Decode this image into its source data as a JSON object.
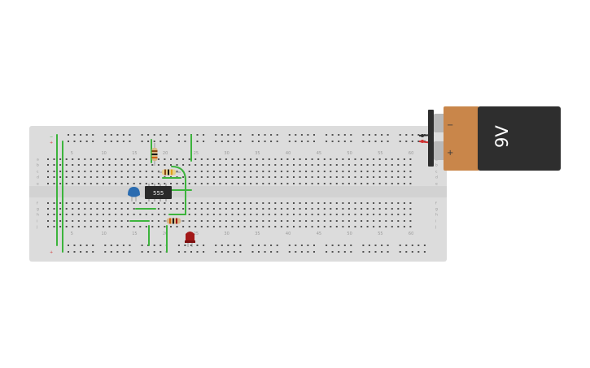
{
  "breadboard": {
    "column_numbers": [
      "5",
      "10",
      "15",
      "20",
      "25",
      "30",
      "35",
      "40",
      "45",
      "50",
      "55",
      "60"
    ],
    "row_labels_top": [
      "a",
      "b",
      "c",
      "d",
      "e"
    ],
    "row_labels_bottom": [
      "f",
      "g",
      "h",
      "i",
      "j"
    ],
    "rail_minus": "−",
    "rail_plus": "+"
  },
  "components": {
    "ic_label": "555",
    "battery_label": "9V",
    "battery_minus": "−",
    "battery_plus": "+"
  },
  "colors": {
    "board": "#dcdcdc",
    "hole": "#505050",
    "wire": "#3cb43c",
    "battery_top": "#c9864a",
    "battery_body": "#2e2e2e",
    "capacitor": "#2b6cb0",
    "led": "#a31818",
    "ic": "#2a2a2a"
  },
  "icons": [
    "breadboard",
    "resistor",
    "capacitor",
    "ic-555",
    "led",
    "battery-9v",
    "jumper-wire"
  ]
}
